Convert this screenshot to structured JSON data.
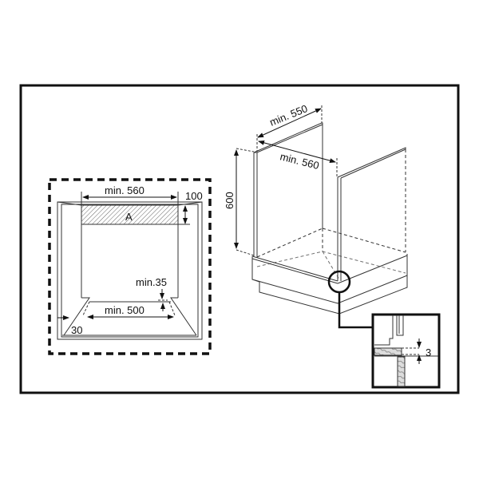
{
  "front_view": {
    "width_label": "min. 560",
    "height_label": "100",
    "area_label": "A",
    "gap_label": "min.35",
    "depth_label": "min. 500",
    "side_label": "30"
  },
  "cabinet_view": {
    "depth_label": "min. 550",
    "width_label": "min. 560",
    "height_label": "600",
    "detail_label": "3"
  }
}
